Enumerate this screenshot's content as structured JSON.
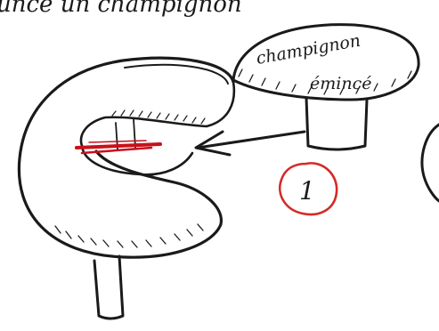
{
  "caption_top": "unce un champignon",
  "cap_label_line1": "champignon",
  "cap_label_line2": "émincé",
  "step_number": "1",
  "colors": {
    "ink": "#1a1a1a",
    "paper": "#ffffff",
    "red_marker": "#c8101a",
    "red_circle": "#d42a2a"
  }
}
